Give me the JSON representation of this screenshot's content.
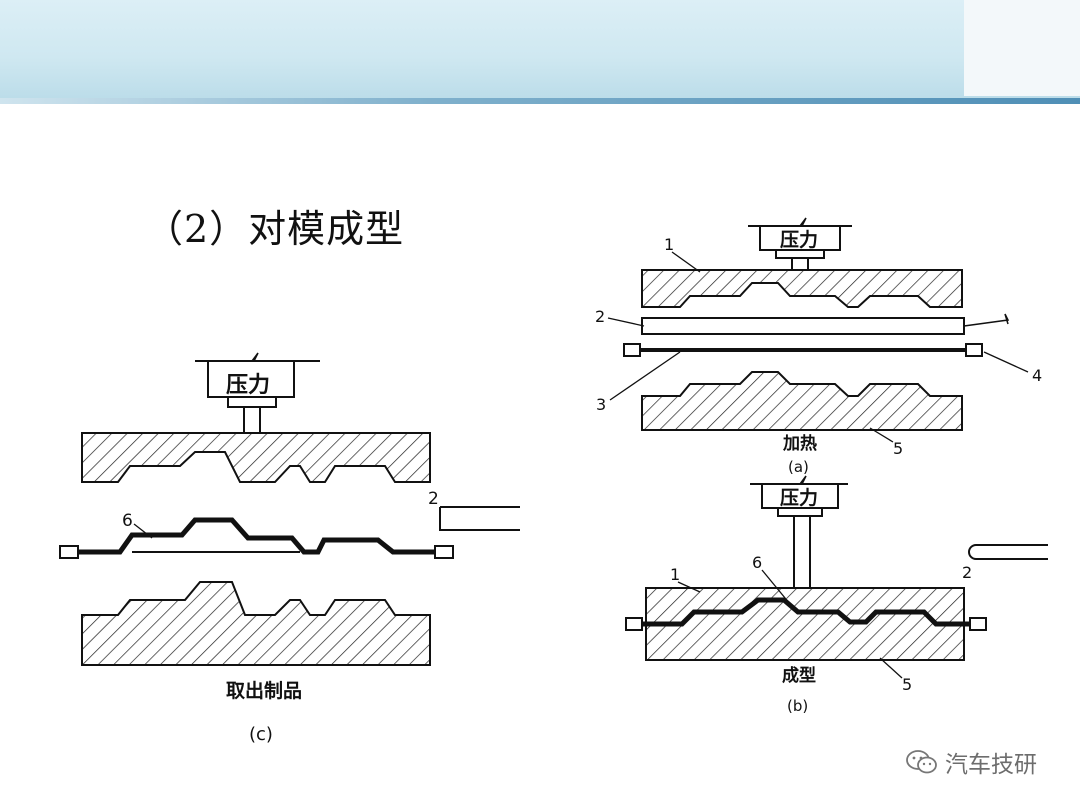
{
  "slide": {
    "title": "（2）对模成型"
  },
  "diagram": {
    "pressure": "压力",
    "panel_c": {
      "num6": "6",
      "num2": "2",
      "caption": "取出制品",
      "tag": "(c)"
    },
    "panel_a": {
      "num1": "1",
      "num2": "2",
      "num3": "3",
      "num4": "4",
      "num5": "5",
      "caption": "加热",
      "tag": "(a)"
    },
    "panel_b": {
      "num1": "1",
      "num2": "2",
      "num5": "5",
      "num6": "6",
      "caption": "成型",
      "tag": "(b)"
    }
  },
  "watermark": {
    "text": "汽车技研",
    "icon": "wechat-icon"
  }
}
